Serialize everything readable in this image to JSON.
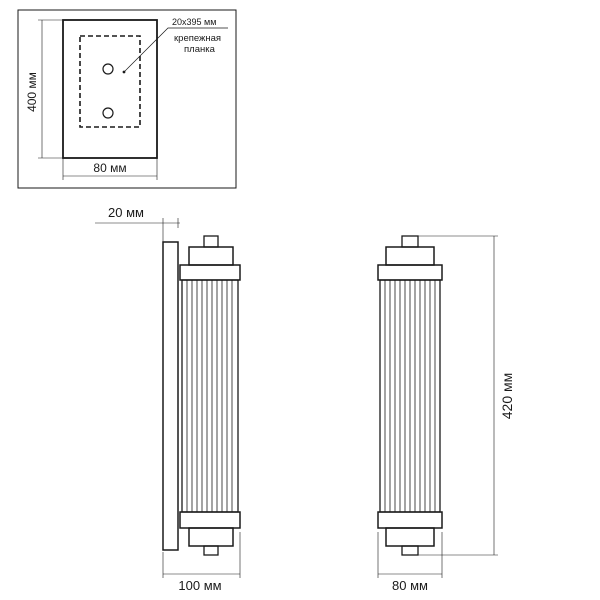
{
  "mount_plate_view": {
    "height_label": "400 мм",
    "width_label": "80 мм",
    "bracket_size_label": "20х395 мм",
    "bracket_caption_line1": "крепежная",
    "bracket_caption_line2": "планка"
  },
  "side_view": {
    "depth_label": "20 мм",
    "width_label": "100 мм"
  },
  "front_view": {
    "height_label": "420 мм",
    "width_label": "80 мм"
  },
  "colors": {
    "line": "#1a1a1a",
    "background": "#ffffff"
  }
}
